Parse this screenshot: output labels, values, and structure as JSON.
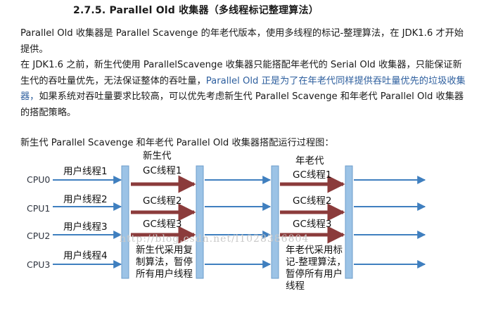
{
  "heading": "2.7.5.  Parallel Old 收集器（多线程标记整理算法）",
  "paragraphs": {
    "p1": "Parallel Old 收集器是 Parallel Scavenge 的年老代版本，使用多线程的标记-整理算法，在 JDK1.6 才开始提供。",
    "p2_before": "在 JDK1.6 之前，新生代使用 ParallelScavenge 收集器只能搭配年老代的 Serial Old 收集器，只能保证新生代的吞吐量优先，无法保证整体的吞吐量，",
    "p2_highlight": "Parallel Old 正是为了在年老代同样提供吞吐量优先的垃圾收集器，",
    "p2_after": "如果系统对吞吐量要求比较高，可以优先考虑新生代 Parallel Scavenge 和年老代 Parallel Old 收集器的搭配策略。",
    "p3": "新生代 Parallel Scavenge 和年老代 Parallel Old 收集器搭配运行过程图："
  },
  "diagram": {
    "cpus": [
      "CPU0",
      "CPU1",
      "CPU2",
      "CPU3"
    ],
    "user_threads": [
      "用户线程1",
      "用户线程2",
      "用户线程3",
      "用户线程4"
    ],
    "young_header": "新生代",
    "old_header": "年老代",
    "young_gc": [
      "GC线程1",
      "GC线程2",
      "GC线程3"
    ],
    "old_gc": [
      "GC线程1",
      "GC线程2",
      "GC线程3"
    ],
    "young_note": "新生代采用复制算法，暂停所有用户线程",
    "old_note": "年老代采用标记-整理算法，暂停所有用户线程",
    "watermark": "http://blog.csdn.net/l1028386804",
    "colors": {
      "arrow": "#3f7fbf",
      "gc_arrow": "#8b3b3b",
      "bar": "#9cc3e6",
      "bar_border": "#6d9ccb"
    }
  }
}
